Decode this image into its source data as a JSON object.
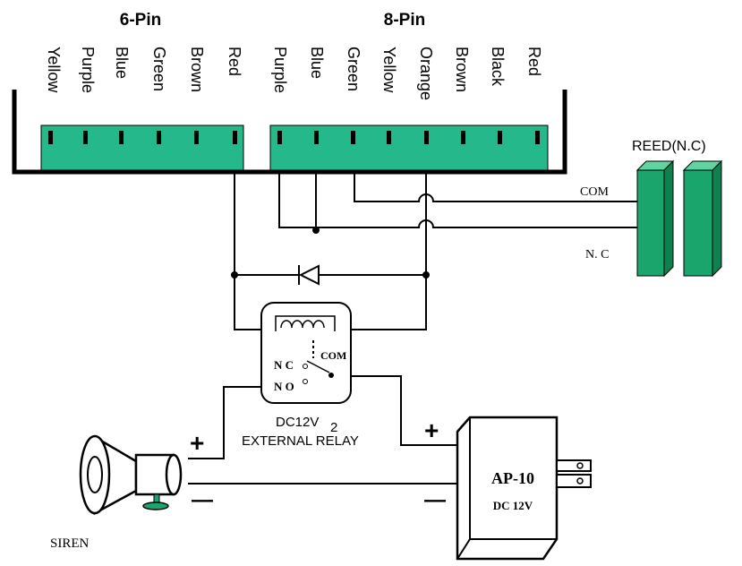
{
  "header": {
    "six_pin": "6-Pin",
    "eight_pin": "8-Pin"
  },
  "six_pin_wires": [
    "Yellow",
    "Purple",
    "Blue",
    "Green",
    "Brown",
    "Red"
  ],
  "eight_pin_wires": [
    "Purple",
    "Blue",
    "Green",
    "Yellow",
    "Orange",
    "Brown",
    "Black",
    "Red"
  ],
  "reed": {
    "title": "REED(N.C)",
    "com": "COM",
    "nc": "N. C"
  },
  "relay": {
    "nc": "N C",
    "no": "N O",
    "com": "COM",
    "voltage": "DC12V",
    "name": "EXTERNAL RELAY",
    "marker": "2"
  },
  "siren": {
    "label": "SIREN",
    "plus": "+",
    "minus": "—"
  },
  "power": {
    "model": "AP-10",
    "voltage": "DC 12V",
    "plus": "+",
    "minus": "—"
  },
  "colors": {
    "terminal": "#25b88a",
    "wire": "#000000",
    "reed": "#1aa56d",
    "siren_base": "#1aa56d"
  }
}
